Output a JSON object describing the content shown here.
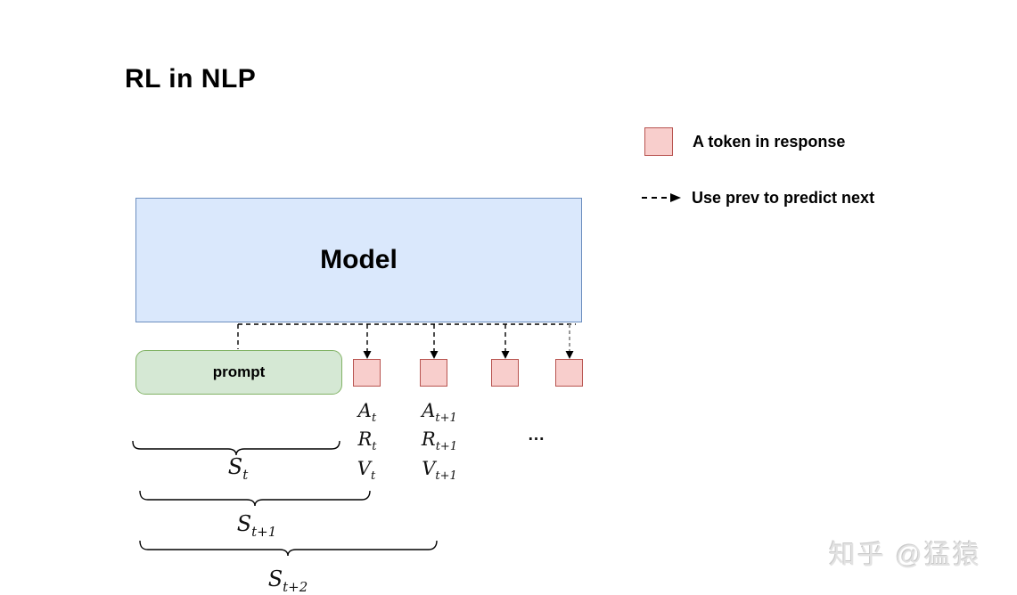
{
  "title": "RL in NLP",
  "model": {
    "label": "Model"
  },
  "prompt": {
    "label": "prompt"
  },
  "tokens": {
    "count": 4
  },
  "math": {
    "col1": [
      {
        "main": "A",
        "sub": "t"
      },
      {
        "main": "R",
        "sub": "t"
      },
      {
        "main": "V",
        "sub": "t"
      }
    ],
    "col2": [
      {
        "main": "A",
        "sub": "t+1"
      },
      {
        "main": "R",
        "sub": "t+1"
      },
      {
        "main": "V",
        "sub": "t+1"
      }
    ],
    "ellipsis": "..."
  },
  "braces": [
    {
      "main": "S",
      "sub": "t"
    },
    {
      "main": "S",
      "sub": "t+1"
    },
    {
      "main": "S",
      "sub": "t+2"
    }
  ],
  "legend": {
    "token": {
      "swatch": "pink-square",
      "label": "A token in response"
    },
    "arrow": {
      "swatch": "dashed-arrow",
      "label": "Use prev to predict next"
    }
  },
  "watermark": "知乎 @猛猿",
  "colors": {
    "model_fill": "#dae8fc",
    "model_border": "#6c8ebf",
    "prompt_fill": "#d5e8d4",
    "prompt_border": "#82b366",
    "token_fill": "#f8cecc",
    "token_border": "#b85450",
    "connector": "#000000",
    "connector_muted": "#999999"
  }
}
